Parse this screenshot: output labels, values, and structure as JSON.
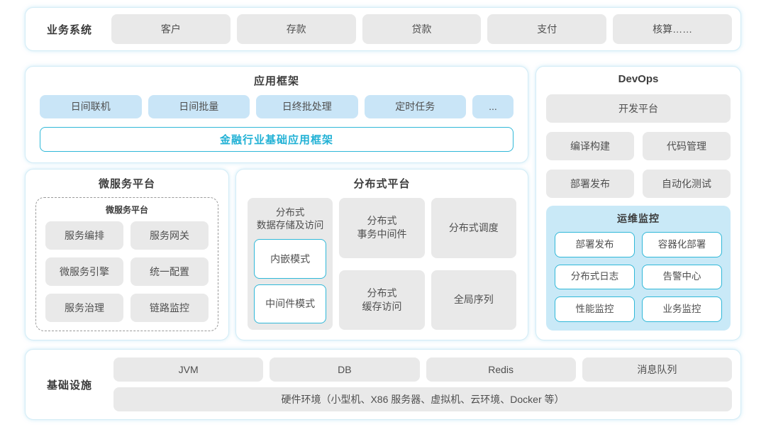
{
  "colors": {
    "accent_teal": "#21b1d5",
    "teal_border": "#30b8d8",
    "light_blue_block": "#c9e5f7",
    "monitor_panel_bg": "#c9e9f7",
    "gray_block": "#e9e9e9",
    "panel_border": "#d3ecf6",
    "text": "#4a4a4a"
  },
  "business_systems": {
    "label": "业务系统",
    "items": [
      "客户",
      "存款",
      "贷款",
      "支付",
      "核算……"
    ]
  },
  "app_framework": {
    "title": "应用框架",
    "modules": [
      "日间联机",
      "日间批量",
      "日终批处理",
      "定时任务",
      "..."
    ],
    "base": "金融行业基础应用框架"
  },
  "microservice": {
    "title": "微服务平台",
    "inner_title": "微服务平台",
    "items": [
      "服务编排",
      "服务网关",
      "微服务引擎",
      "统一配置",
      "服务治理",
      "链路监控"
    ]
  },
  "distributed": {
    "title": "分布式平台",
    "storage": {
      "label": "分布式\n数据存储及访问",
      "modes": [
        "内嵌模式",
        "中间件模式"
      ]
    },
    "transaction": "分布式\n事务中间件",
    "cache": "分布式\n缓存访问",
    "scheduling": "分布式调度",
    "sequence": "全局序列"
  },
  "devops": {
    "title": "DevOps",
    "platform": "开发平台",
    "tools": [
      "编译构建",
      "代码管理",
      "部署发布",
      "自动化测试"
    ],
    "monitoring": {
      "title": "运维监控",
      "items": [
        "部署发布",
        "容器化部署",
        "分布式日志",
        "告警中心",
        "性能监控",
        "业务监控"
      ]
    }
  },
  "infrastructure": {
    "label": "基础设施",
    "items": [
      "JVM",
      "DB",
      "Redis",
      "消息队列"
    ],
    "hardware": "硬件环境（小型机、X86 服务器、虚拟机、云环境、Docker 等）"
  }
}
